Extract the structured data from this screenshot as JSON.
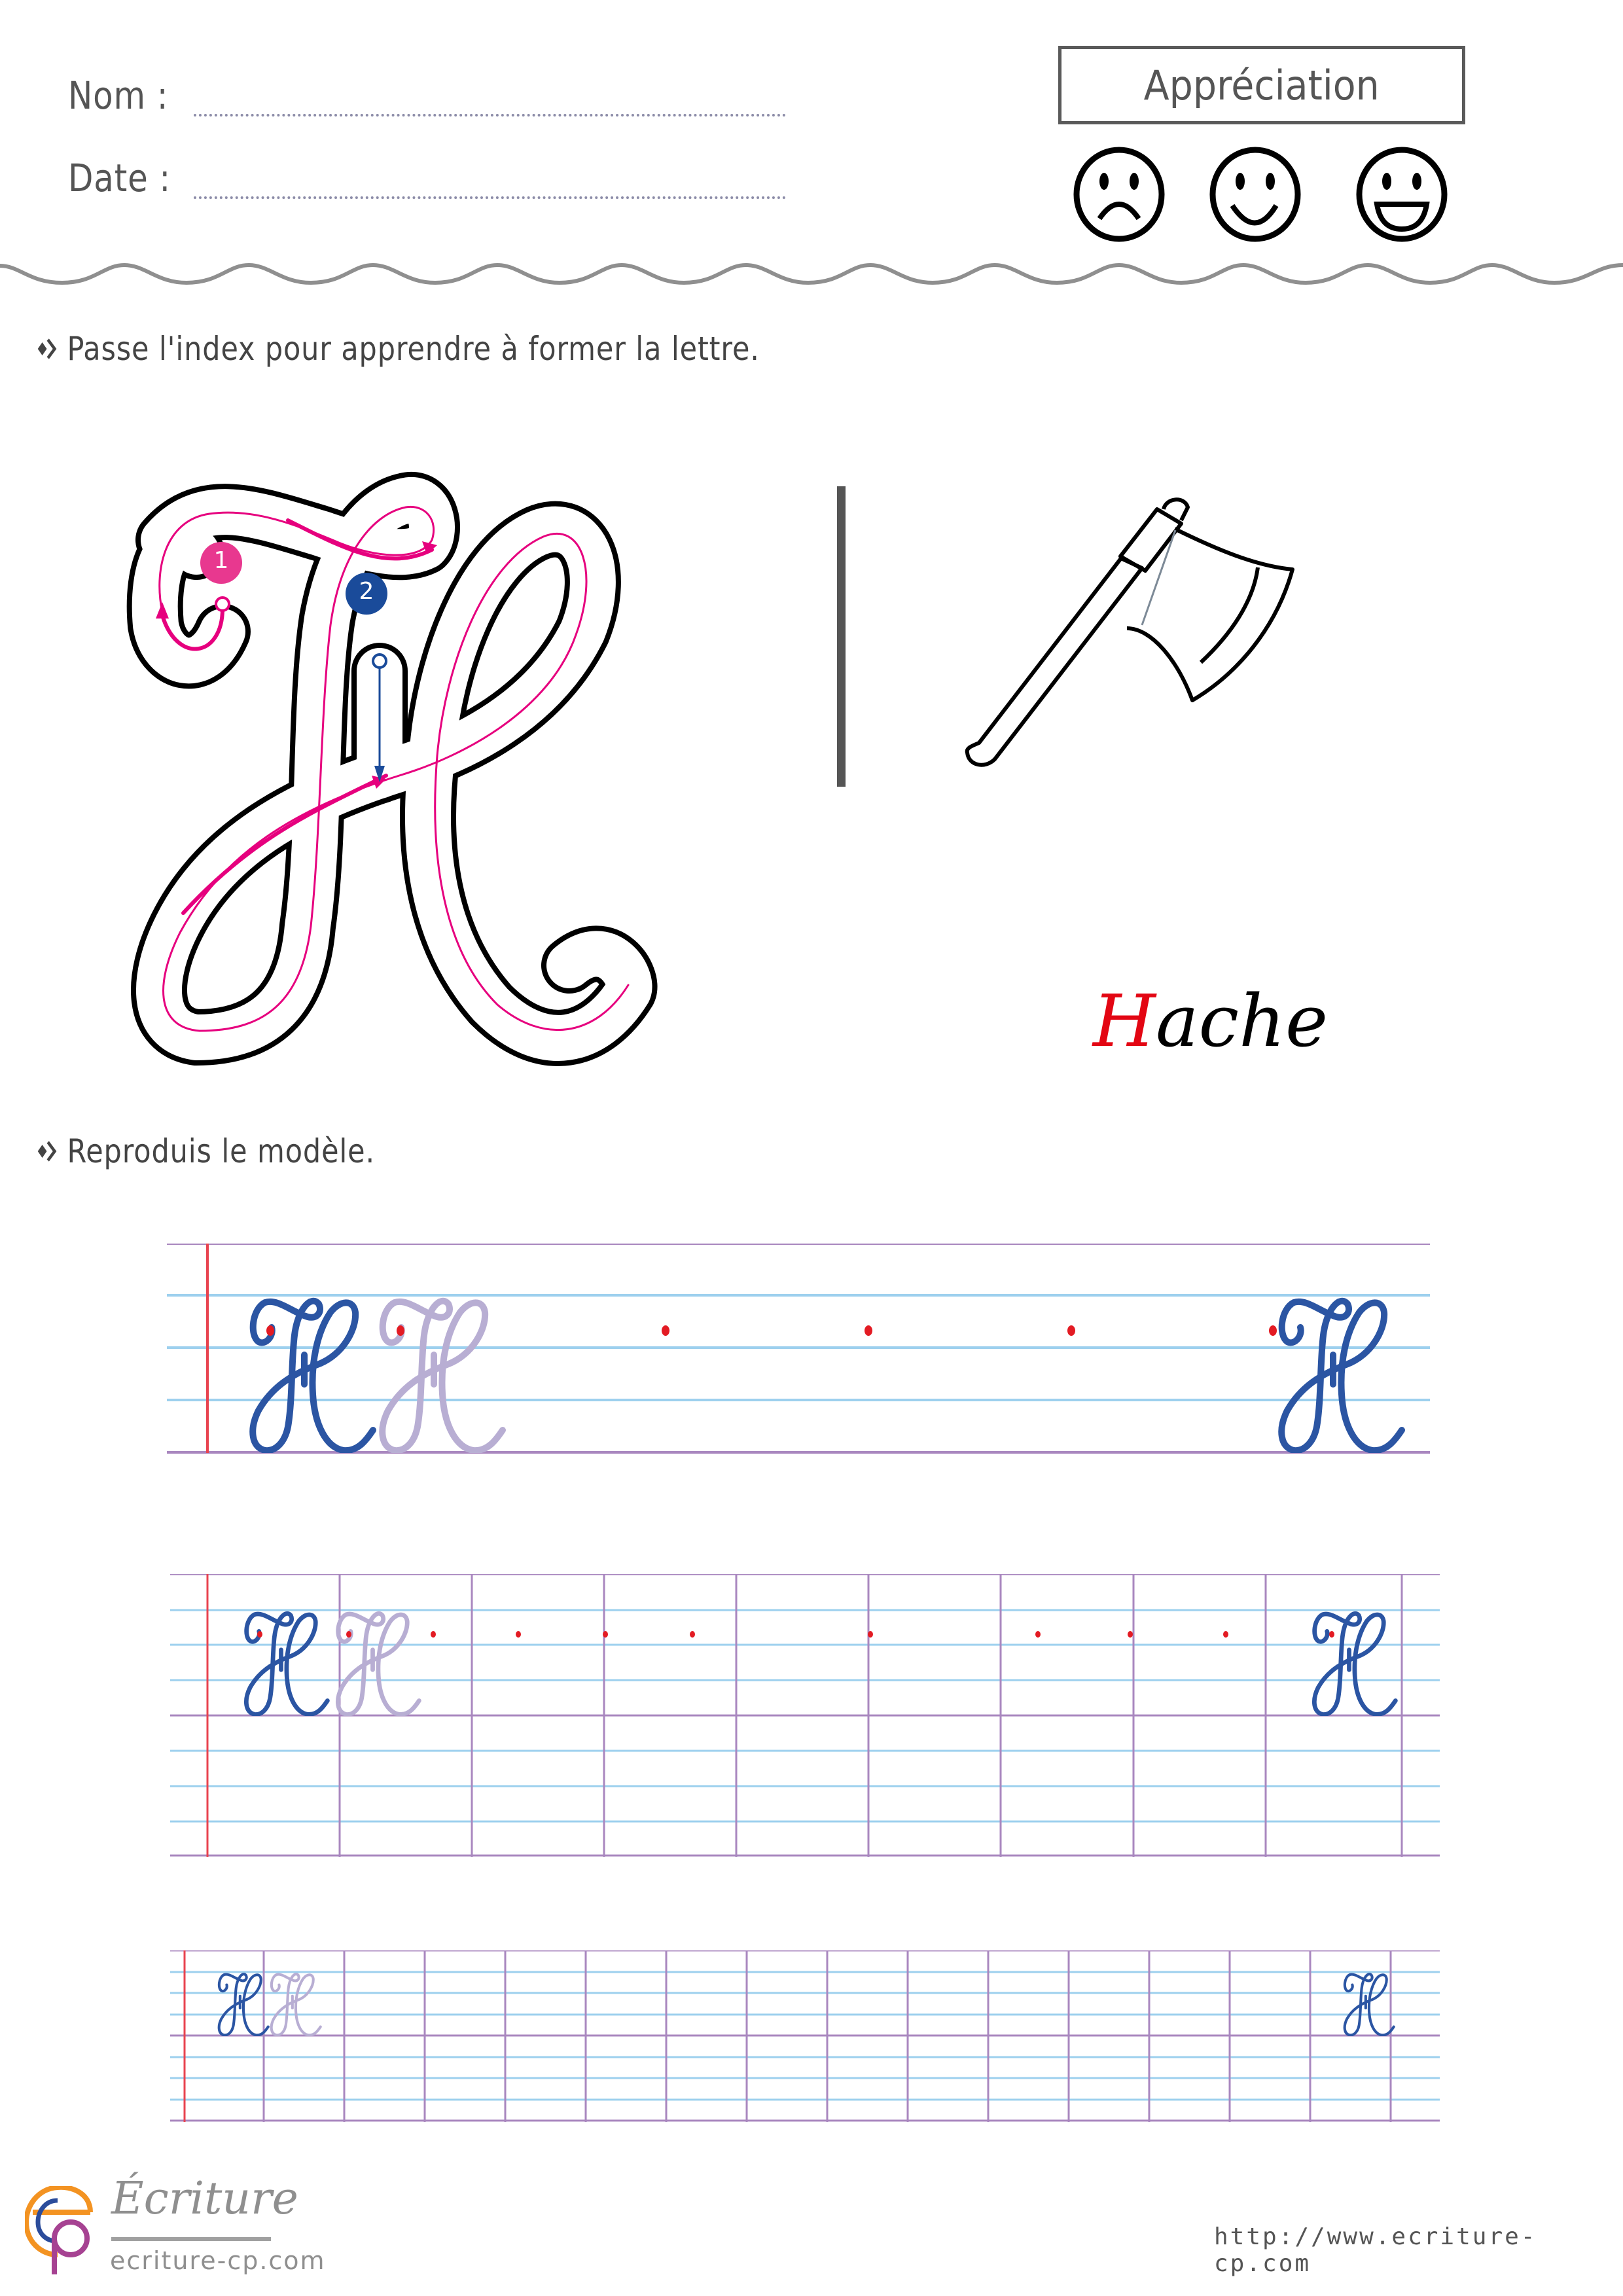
{
  "header": {
    "name_label": "Nom :",
    "date_label": "Date :",
    "appreciation": {
      "title": "Appréciation",
      "faces": [
        {
          "id": "sad",
          "icon": "sad-face-icon"
        },
        {
          "id": "smile",
          "icon": "smile-face-icon"
        },
        {
          "id": "laugh",
          "icon": "laugh-face-icon"
        }
      ]
    }
  },
  "section1": {
    "instruction": "Passe l'index pour apprendre à former la lettre.",
    "letter": "H",
    "stroke_steps": [
      {
        "number": "1",
        "color": "#e8388f"
      },
      {
        "number": "2",
        "color": "#1a4b9a"
      }
    ],
    "illustration": "axe-icon",
    "word": {
      "first_letter": "H",
      "rest": "ache",
      "first_letter_color": "#e30613",
      "rest_color": "#000000"
    }
  },
  "section2": {
    "instruction": "Reproduis le modèle."
  },
  "practice": {
    "model_color": "#2b55a3",
    "trace_color": "#b8aed3",
    "start_dot_color": "#e31b23",
    "line_blue": "#9dd0ee",
    "line_purple": "#a987bf",
    "margin_red": "#e8434f"
  },
  "footer": {
    "logo_title": "Écriture",
    "logo_site": "ecriture-cp.com",
    "url": "http://www.ecriture-cp.com"
  }
}
